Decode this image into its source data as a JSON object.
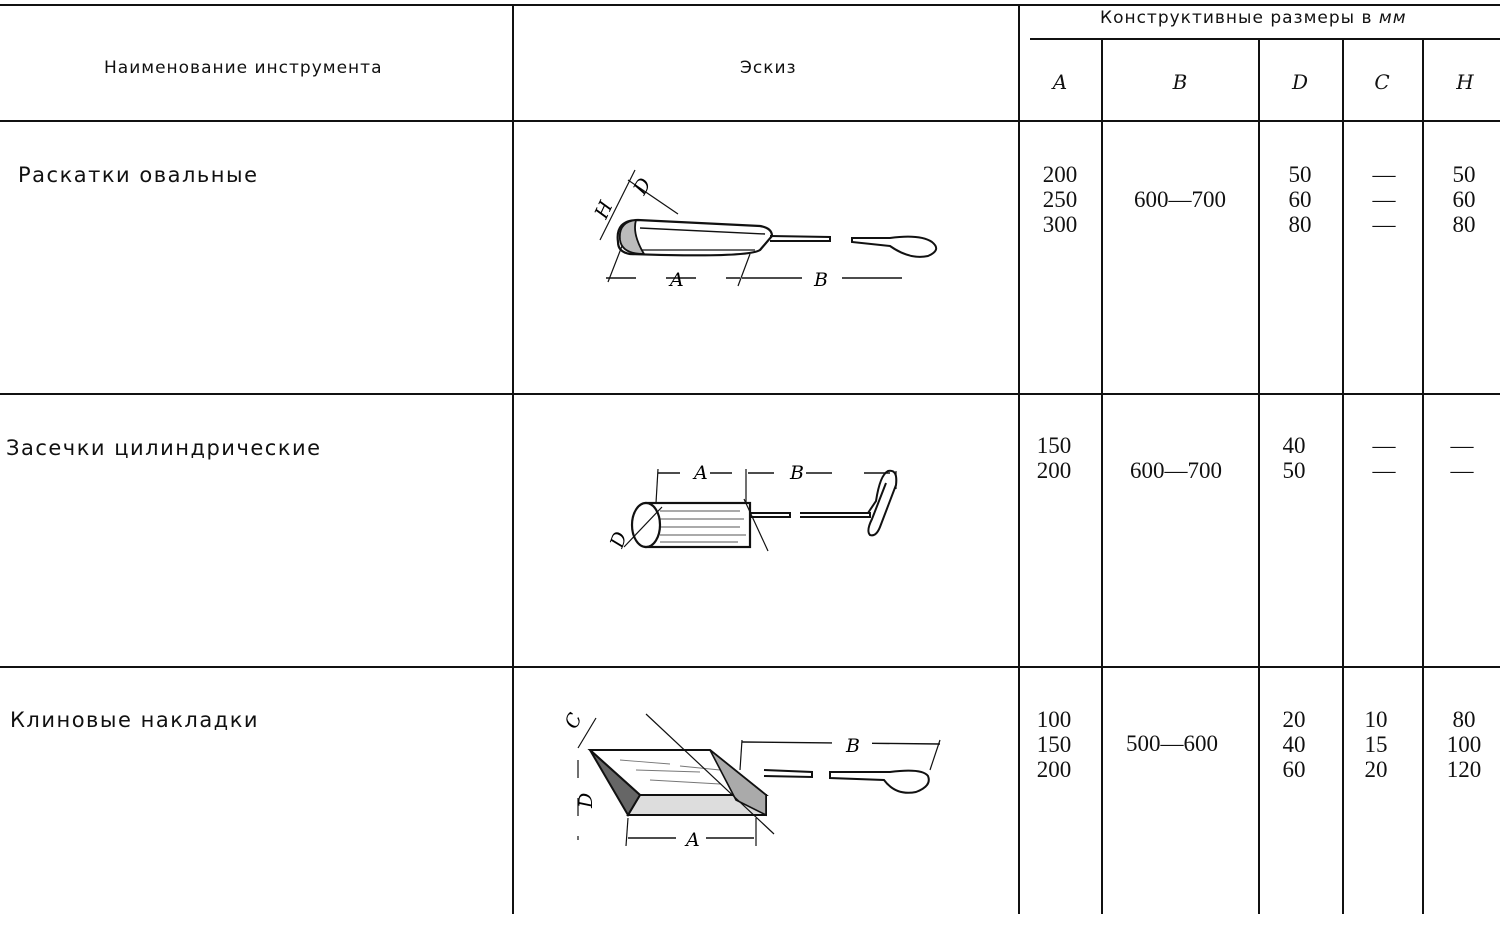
{
  "header": {
    "name_col": "Наименование инструмента",
    "sketch_col": "Эскиз",
    "dims_group_prefix": "Конструктивные размеры в",
    "dims_group_unit": "мм",
    "columns": [
      "A",
      "B",
      "D",
      "C",
      "H"
    ]
  },
  "rows": [
    {
      "name": "Раскатки овальные",
      "A": [
        "200",
        "250",
        "300"
      ],
      "B": "600—700",
      "D": [
        "50",
        "60",
        "80"
      ],
      "C": [
        "—",
        "—",
        "—"
      ],
      "H": [
        "50",
        "60",
        "80"
      ],
      "sketch_labels": [
        "H",
        "D",
        "A",
        "B"
      ]
    },
    {
      "name": "Засечки цилиндрические",
      "A": [
        "150",
        "200"
      ],
      "B": "600—700",
      "D": [
        "40",
        "50"
      ],
      "C": [
        "—",
        "—"
      ],
      "H": [
        "—",
        "—"
      ],
      "sketch_labels": [
        "A",
        "B",
        "D"
      ]
    },
    {
      "name": "Клиновые накладки",
      "A": [
        "100",
        "150",
        "200"
      ],
      "B": "500—600",
      "D": [
        "20",
        "40",
        "60"
      ],
      "C": [
        "10",
        "15",
        "20"
      ],
      "H": [
        "80",
        "100",
        "120"
      ],
      "sketch_labels": [
        "C",
        "D",
        "A",
        "B"
      ]
    }
  ]
}
